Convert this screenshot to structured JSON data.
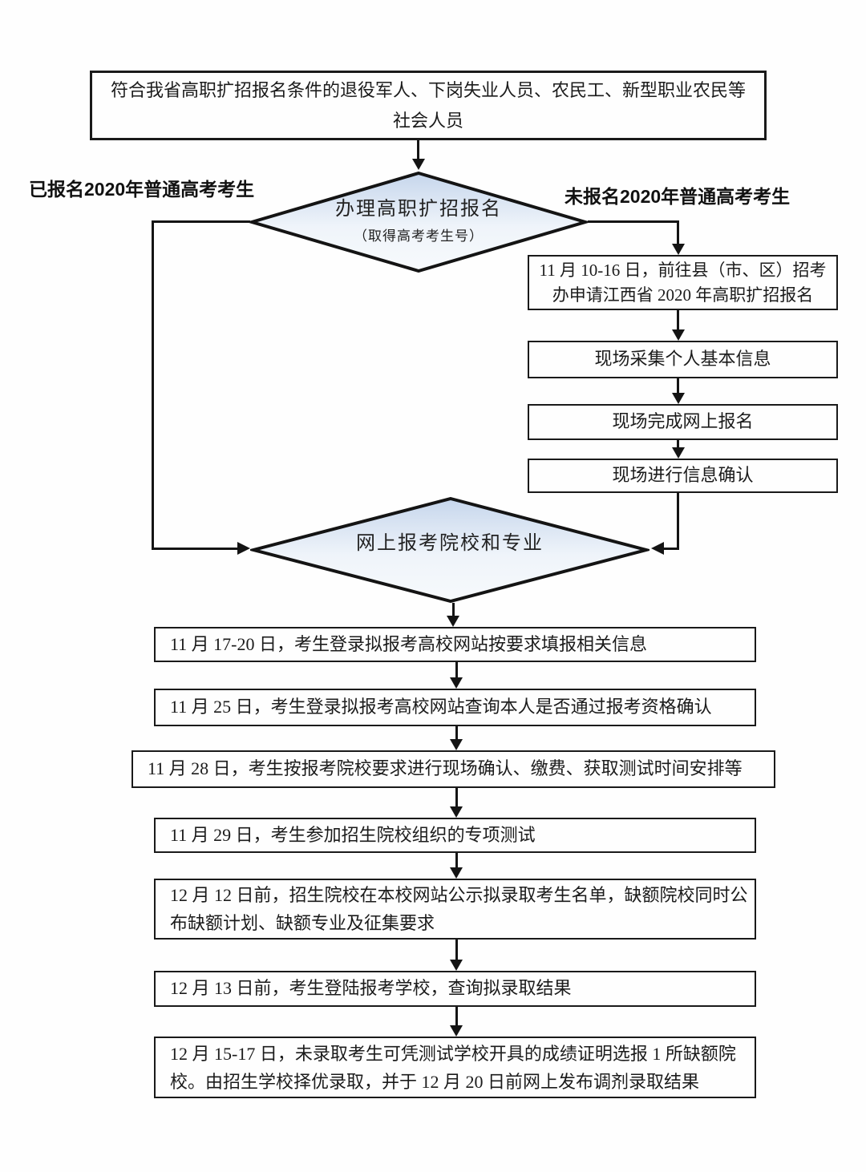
{
  "diagram": {
    "start_box": "符合我省高职扩招报名条件的退役军人、下岗失业人员、农民工、新型职业农民等社会人员",
    "branch_labels": {
      "registered": "已报名2020年普通高考考生",
      "unregistered": "未报名2020年普通高考考生"
    },
    "decision1": {
      "title": "办理高职扩招报名",
      "subtitle": "（取得高考考生号）"
    },
    "onsite_steps": [
      "11 月 10-16 日，前往县（市、区）招考办申请江西省 2020 年高职扩招报名",
      "现场采集个人基本信息",
      "现场完成网上报名",
      "现场进行信息确认"
    ],
    "decision2": {
      "title": "网上报考院校和专业"
    },
    "main_steps": [
      "11 月 17-20 日，考生登录拟报考高校网站按要求填报相关信息",
      "11 月 25 日，考生登录拟报考高校网站查询本人是否通过报考资格确认",
      "11 月 28 日，考生按报考院校要求进行现场确认、缴费、获取测试时间安排等",
      "11 月 29 日，考生参加招生院校组织的专项测试",
      "12 月 12 日前，招生院校在本校网站公示拟录取考生名单，缺额院校同时公布缺额计划、缺额专业及征集要求",
      "12 月 13 日前，考生登陆报考学校，查询拟录取结果",
      "12 月 15-17 日，未录取考生可凭测试学校开具的成绩证明选报 1 所缺额院校。由招生学校择优录取，并于 12 月 20 日前网上发布调剂录取结果"
    ],
    "colors": {
      "line": "#141414",
      "diamond_top": "#c6d6ec",
      "diamond_mid": "#eff4fa",
      "diamond_bottom": "#f7fafc"
    }
  }
}
